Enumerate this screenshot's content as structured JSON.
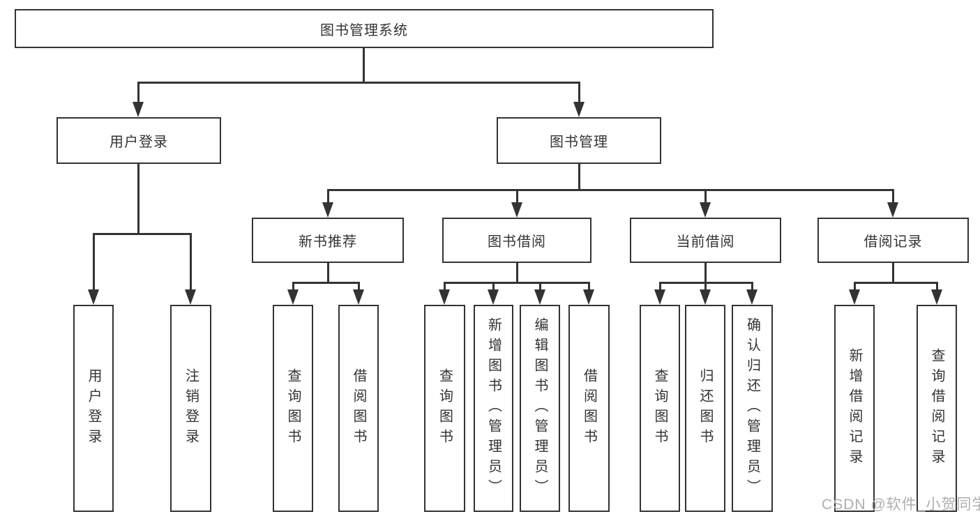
{
  "diagram": {
    "type": "hierarchy-tree",
    "colors": {
      "line": "#333333",
      "box_border": "#333333",
      "box_background": "#ffffff",
      "text": "#333333",
      "watermark": "#aeaeae"
    },
    "nodes": {
      "root": {
        "label": "图书管理系统"
      },
      "user_login": {
        "label": "用户登录",
        "parent": "图书管理系统"
      },
      "book_mgmt": {
        "label": "图书管理",
        "parent": "图书管理系统"
      },
      "new_book_rec": {
        "label": "新书推荐",
        "parent": "图书管理"
      },
      "book_borrow": {
        "label": "图书借阅",
        "parent": "图书管理"
      },
      "current_borrow": {
        "label": "当前借阅",
        "parent": "图书管理"
      },
      "borrow_records": {
        "label": "借阅记录",
        "parent": "图书管理"
      },
      "leaves": [
        {
          "label": "用户登录",
          "parent": "用户登录"
        },
        {
          "label": "注销登录",
          "parent": "用户登录"
        },
        {
          "label": "查询图书",
          "parent": "新书推荐"
        },
        {
          "label": "借阅图书",
          "parent": "新书推荐"
        },
        {
          "label": "查询图书",
          "parent": "图书借阅"
        },
        {
          "label": "新增图书（管理员）",
          "parent": "图书借阅"
        },
        {
          "label": "编辑图书（管理员）",
          "parent": "图书借阅"
        },
        {
          "label": "借阅图书",
          "parent": "图书借阅"
        },
        {
          "label": "查询图书",
          "parent": "当前借阅"
        },
        {
          "label": "归还图书",
          "parent": "当前借阅"
        },
        {
          "label": "确认归还（管理员）",
          "parent": "当前借阅"
        },
        {
          "label": "新增借阅记录",
          "parent": "借阅记录"
        },
        {
          "label": "查询借阅记录",
          "parent": "借阅记录"
        }
      ]
    },
    "watermark": {
      "text": "CSDN @软件_小贺同学"
    }
  }
}
